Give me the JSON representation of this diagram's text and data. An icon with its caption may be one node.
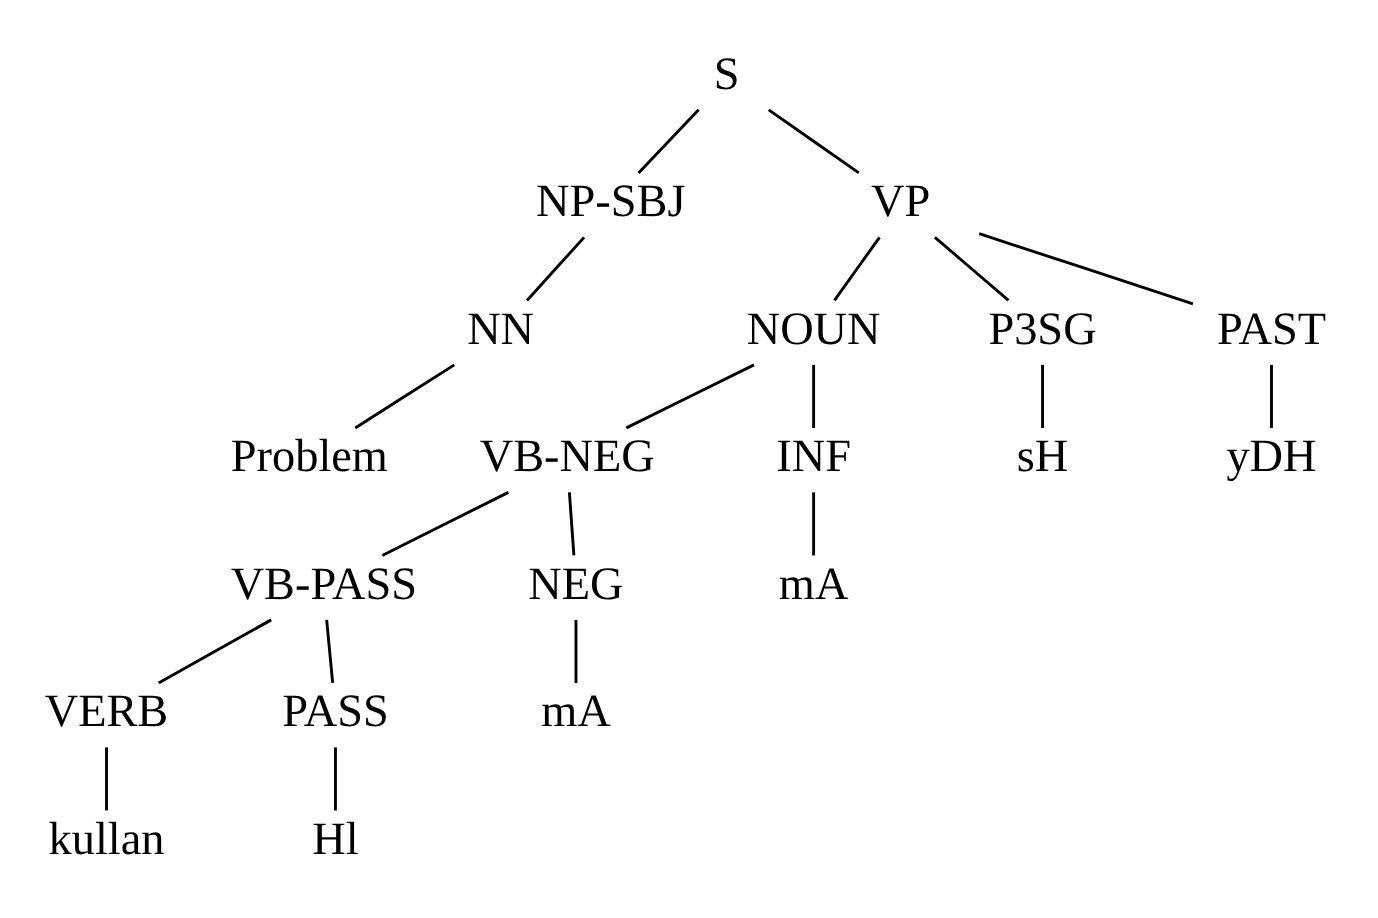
{
  "diagram": {
    "nodes": [
      {
        "text": [
          "S"
        ]
      },
      {
        "text": [
          "NP-SBJ"
        ]
      },
      {
        "text": [
          "VP"
        ]
      },
      {
        "text": [
          "NN"
        ]
      },
      {
        "text": [
          "NOUN"
        ]
      },
      {
        "text": [
          "P3SG"
        ]
      },
      {
        "text": [
          "PAST"
        ]
      },
      {
        "text": [
          "Problem"
        ]
      },
      {
        "text": [
          "VB-NEG"
        ]
      },
      {
        "text": [
          "INF"
        ]
      },
      {
        "text": [
          "sH"
        ]
      },
      {
        "text": [
          "yDH"
        ]
      },
      {
        "text": [
          "VB-PASS"
        ]
      },
      {
        "text": [
          "NEG"
        ]
      },
      {
        "text": [
          "mA"
        ]
      },
      {
        "text": [
          "VERB"
        ]
      },
      {
        "text": [
          "PASS"
        ]
      },
      {
        "text": [
          "mA"
        ]
      },
      {
        "text": [
          "kullan"
        ]
      },
      {
        "text": [
          "Hl"
        ]
      }
    ],
    "edges": [
      {
        "from": 0,
        "to": 1,
        "arrow": "none"
      },
      {
        "from": 0,
        "to": 2,
        "arrow": "none"
      },
      {
        "from": 1,
        "to": 3,
        "arrow": "none"
      },
      {
        "from": 3,
        "to": 7,
        "arrow": "none"
      },
      {
        "from": 2,
        "to": 4,
        "arrow": "none"
      },
      {
        "from": 2,
        "to": 5,
        "arrow": "none"
      },
      {
        "from": 2,
        "to": 6,
        "arrow": "none"
      },
      {
        "from": 4,
        "to": 8,
        "arrow": "none"
      },
      {
        "from": 4,
        "to": 9,
        "arrow": "none"
      },
      {
        "from": 5,
        "to": 10,
        "arrow": "none"
      },
      {
        "from": 6,
        "to": 11,
        "arrow": "none"
      },
      {
        "from": 8,
        "to": 12,
        "arrow": "none"
      },
      {
        "from": 8,
        "to": 13,
        "arrow": "none"
      },
      {
        "from": 9,
        "to": 14,
        "arrow": "none"
      },
      {
        "from": 12,
        "to": 15,
        "arrow": "none"
      },
      {
        "from": 12,
        "to": 16,
        "arrow": "none"
      },
      {
        "from": 13,
        "to": 17,
        "arrow": "none"
      },
      {
        "from": 15,
        "to": 18,
        "arrow": "none"
      },
      {
        "from": 16,
        "to": 19,
        "arrow": "none"
      }
    ]
  }
}
